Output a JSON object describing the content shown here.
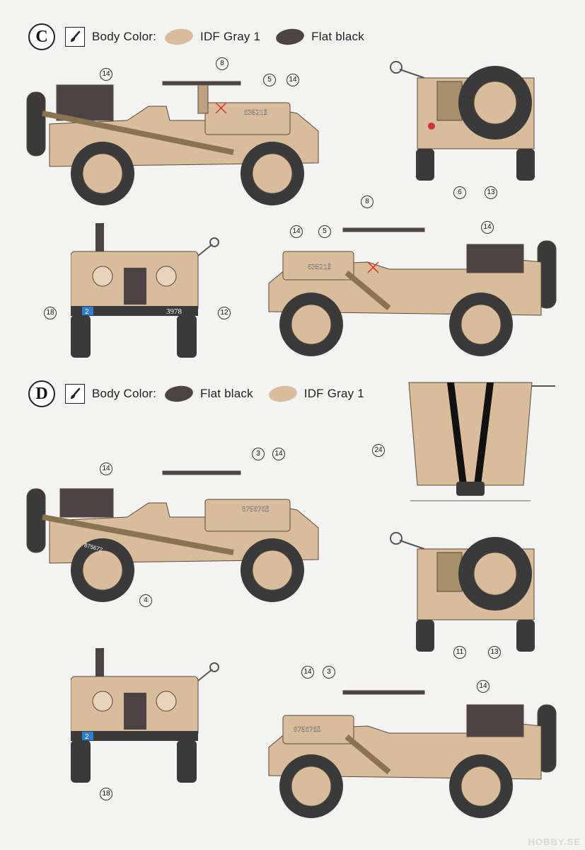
{
  "colors": {
    "idf_gray": "#d9bc9c",
    "flat_black": "#4c4444",
    "accent_blue": "#2f7fd0"
  },
  "schemes": [
    {
      "letter": "C",
      "body_label": "Body Color:",
      "swatch1": {
        "name": "IDF Gray 1",
        "color": "#d9bc9c"
      },
      "swatch2": {
        "name": "Flat black",
        "color": "#4c4444"
      },
      "hood_number": "63521ß",
      "front_plate_left": "2",
      "front_plate_right": "3978",
      "callouts": {
        "side_left": [
          "14",
          "8",
          "5",
          "14"
        ],
        "rear": [
          "6",
          "13"
        ],
        "front": [
          "18",
          "12"
        ],
        "side_right": [
          "14",
          "5",
          "8",
          "14"
        ]
      }
    },
    {
      "letter": "D",
      "body_label": "Body Color:",
      "swatch1": {
        "name": "Flat black",
        "color": "#4c4444"
      },
      "swatch2": {
        "name": "IDF Gray 1",
        "color": "#d9bc9c"
      },
      "hood_number": "875676ß",
      "tire_number": "875672",
      "front_plate_left": "2",
      "callouts": {
        "side_left": [
          "14",
          "3",
          "14",
          "4"
        ],
        "top": [
          "24"
        ],
        "rear": [
          "11",
          "13"
        ],
        "front": [
          "18"
        ],
        "side_right": [
          "14",
          "3",
          "14"
        ]
      }
    }
  ],
  "watermark": "HOBBY.SE"
}
